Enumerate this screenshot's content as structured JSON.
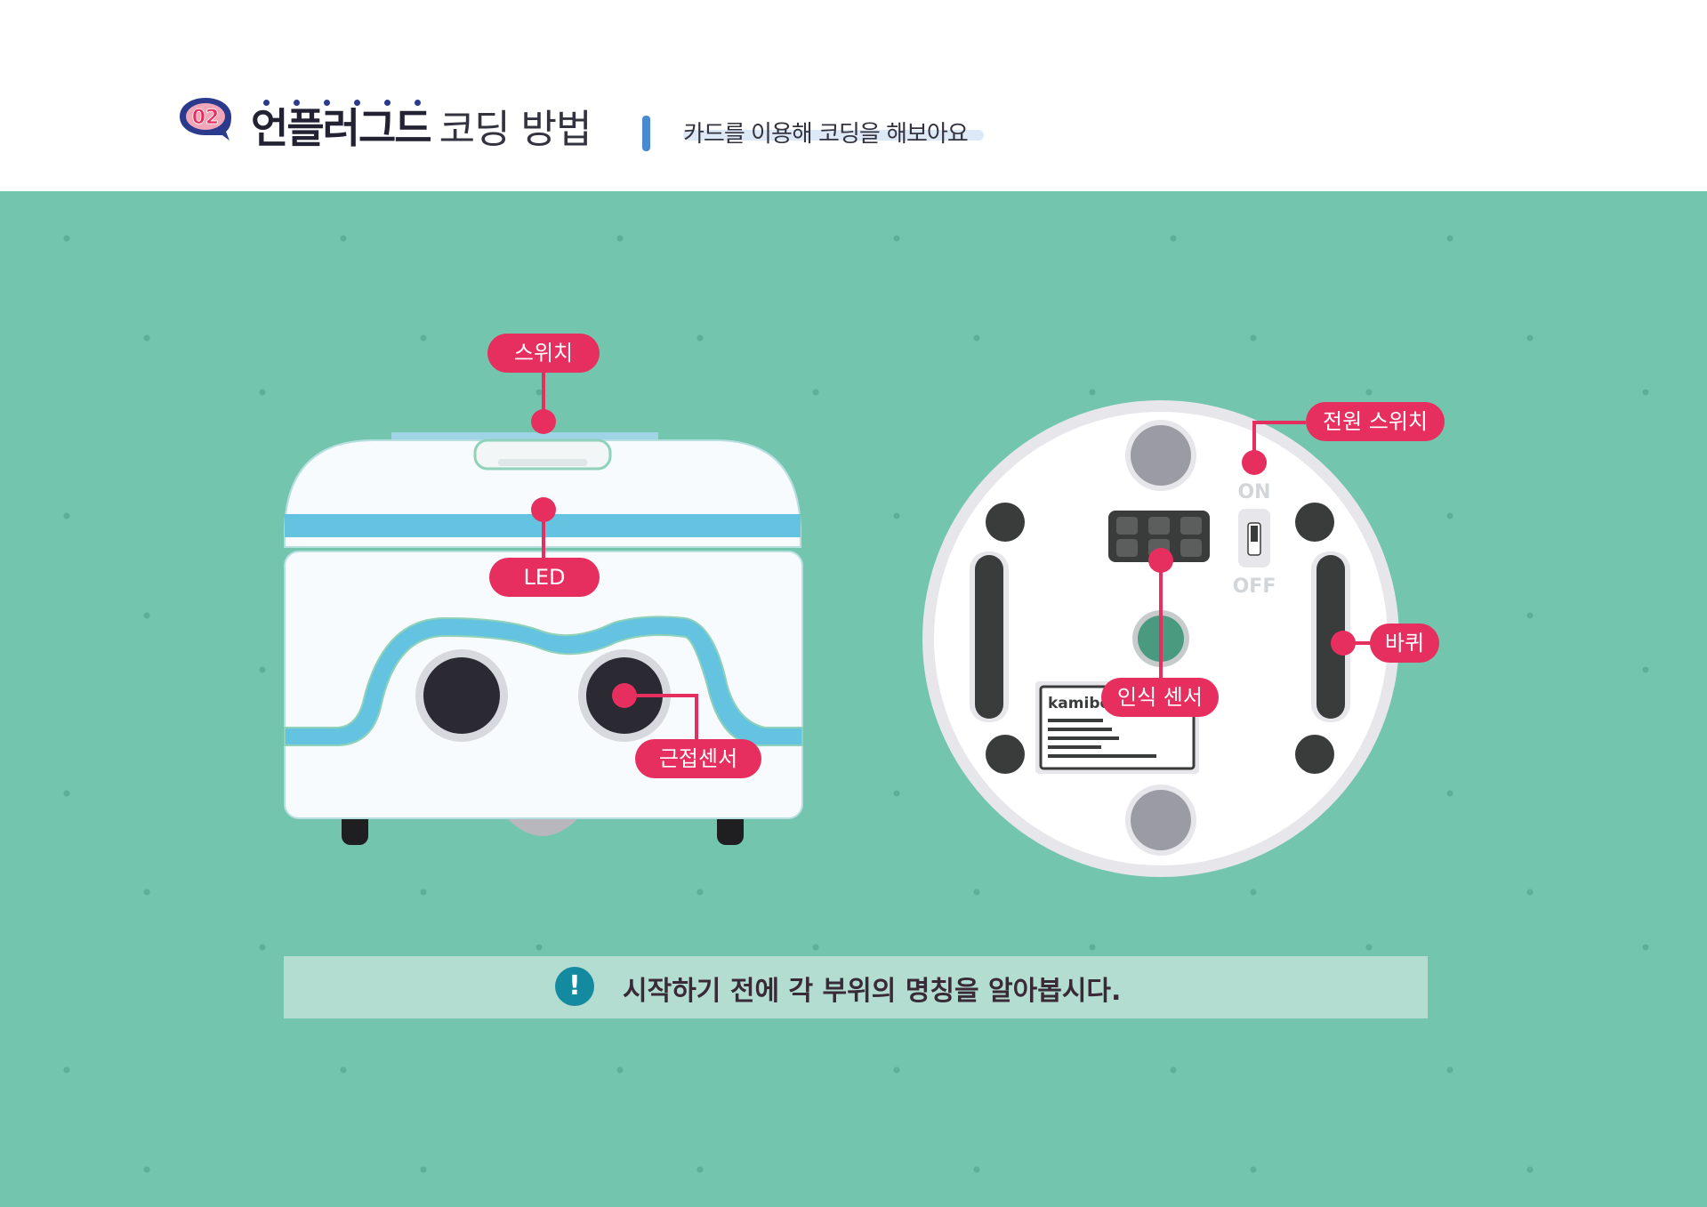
{
  "header": {
    "badge": "02",
    "title_main": "언플러그드",
    "title_rest": "코딩 방법",
    "subtitle": "카드를 이용해 코딩을 해보아요"
  },
  "robot_front": {
    "labels": {
      "switch": "스위치",
      "led": "LED",
      "proximity_sensor": "근접센서"
    }
  },
  "robot_bottom": {
    "labels": {
      "power_switch": "전원 스위치",
      "wheel": "바퀴",
      "recognition_sensor": "인식 센서"
    },
    "switch_on": "ON",
    "switch_off": "OFF",
    "brand_text": "kamibo"
  },
  "notice": {
    "icon": "!",
    "text": "시작하기 전에 각 부위의 명칭을 알아봅시다."
  },
  "colors": {
    "background": "#74c5ae",
    "accent_pink": "#e62f5f",
    "accent_blue": "#63c3e0",
    "notice_bar": "#b3ddd0",
    "notice_icon": "#138aa0"
  }
}
